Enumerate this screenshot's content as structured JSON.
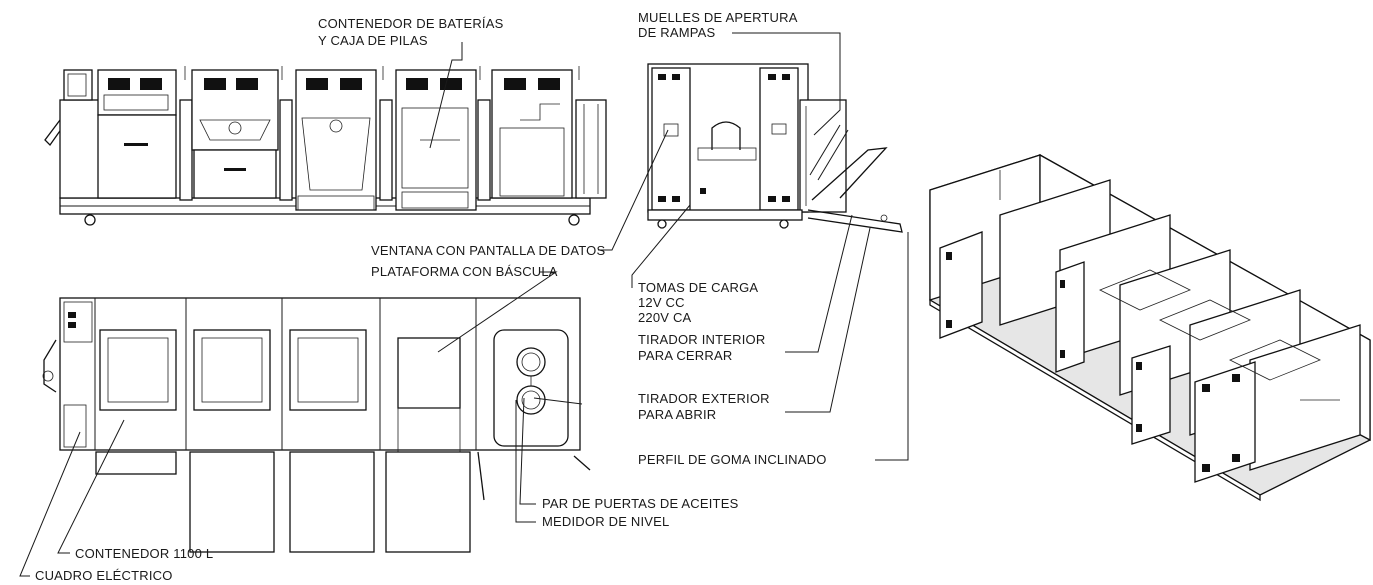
{
  "labels": {
    "battery_container_1": "CONTENEDOR DE BATERÍAS",
    "battery_container_2": "Y CAJA DE PILAS",
    "ramp_springs_1": "MUELLES DE APERTURA",
    "ramp_springs_2": "DE RAMPAS",
    "data_window": "VENTANA CON PANTALLA DE DATOS",
    "scale_platform": "PLATAFORMA CON BÁSCULA",
    "charging_1": "TOMAS DE CARGA",
    "charging_2": "12V CC",
    "charging_3": "220V CA",
    "inner_handle_1": "TIRADOR INTERIOR",
    "inner_handle_2": "PARA CERRAR",
    "outer_handle_1": "TIRADOR EXTERIOR",
    "outer_handle_2": "PARA ABRIR",
    "rubber_profile": "PERFIL DE GOMA INCLINADO",
    "oil_doors": "PAR DE PUERTAS DE ACEITES",
    "level_gauge": "MEDIDOR DE NIVEL",
    "container_1100": "CONTENEDOR 1100 L",
    "electric_panel": "CUADRO ELÉCTRICO"
  },
  "colors": {
    "line": "#1a1a1a",
    "fill_light": "#e6e6e6",
    "fill_dark": "#111111",
    "background": "#ffffff"
  }
}
